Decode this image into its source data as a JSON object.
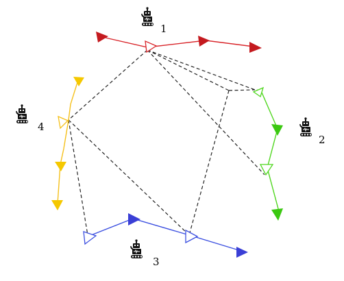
{
  "robots": [
    {
      "id": "1",
      "label": "1",
      "icon": "robot-icon",
      "trajectory_color": "#d9262b"
    },
    {
      "id": "2",
      "label": "2",
      "icon": "robot-icon",
      "trajectory_color": "#4fd61e"
    },
    {
      "id": "3",
      "label": "3",
      "icon": "robot-icon",
      "trajectory_color": "#3a4ee0"
    },
    {
      "id": "4",
      "label": "4",
      "icon": "robot-icon",
      "trajectory_color": "#f5c01a"
    }
  ],
  "colors": {
    "connection_dashed": "#222222",
    "robot_body": "#111111"
  }
}
